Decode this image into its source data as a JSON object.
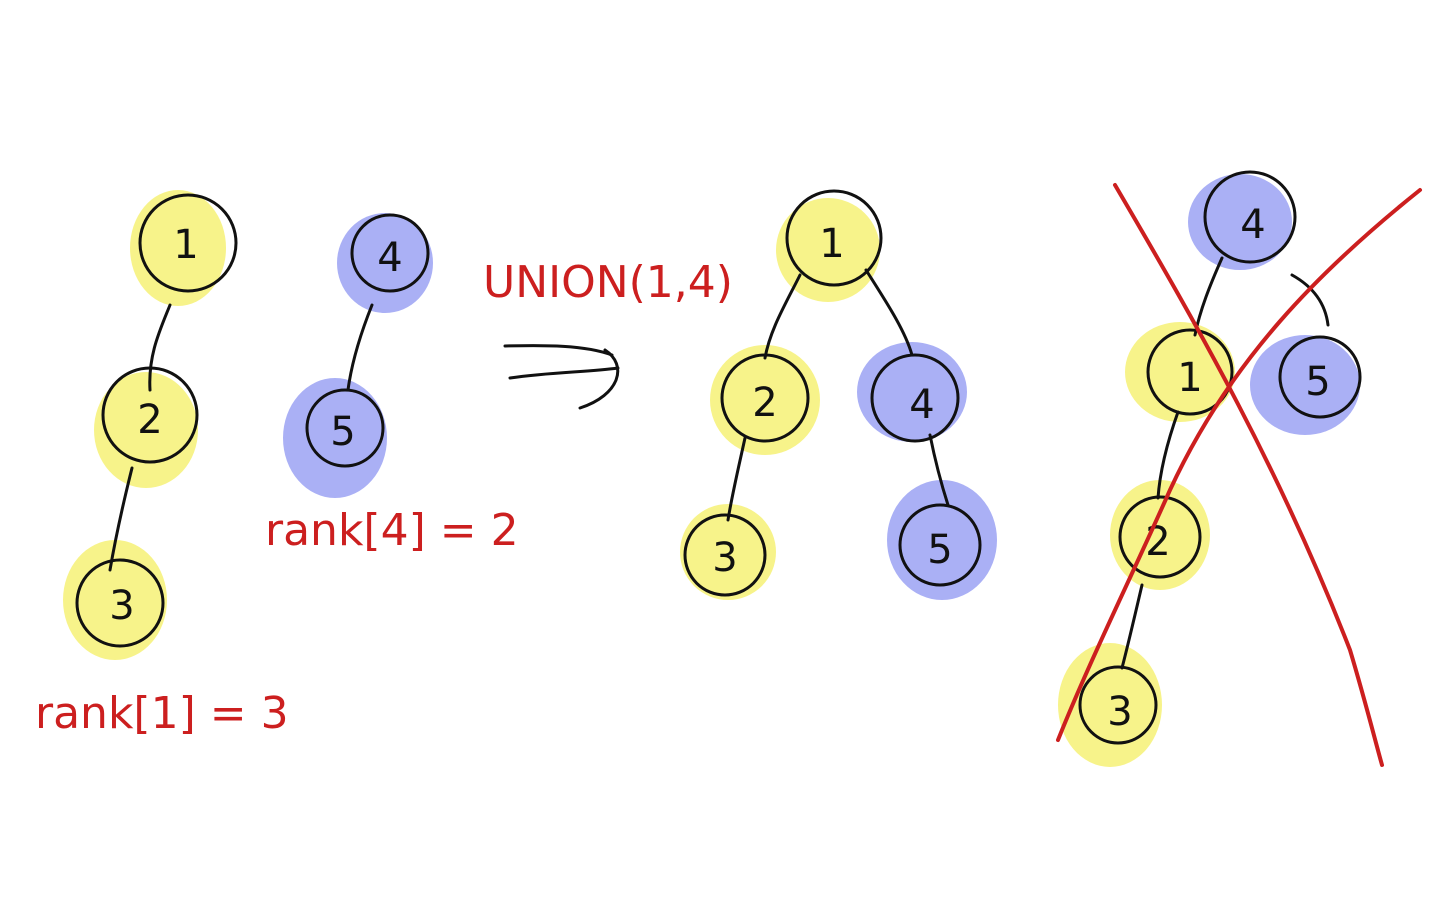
{
  "colors": {
    "yellow_highlight": "#f7f38a",
    "blue_highlight": "#aab0f5",
    "ink": "#111111",
    "red_ink": "#cc1f1f"
  },
  "annotations": {
    "union_label": "UNION(1,4)",
    "rank_left": "rank[1] = 3",
    "rank_right": "rank[4] = 2"
  },
  "diagrams": {
    "before_tree_1": {
      "nodes": [
        "1",
        "2",
        "3"
      ],
      "edges": [
        [
          "1",
          "2"
        ],
        [
          "2",
          "3"
        ]
      ],
      "highlight": "yellow"
    },
    "before_tree_2": {
      "nodes": [
        "4",
        "5"
      ],
      "edges": [
        [
          "4",
          "5"
        ]
      ],
      "highlight": "blue"
    },
    "correct_result": {
      "nodes": [
        "1",
        "2",
        "3",
        "4",
        "5"
      ],
      "edges": [
        [
          "1",
          "2"
        ],
        [
          "2",
          "3"
        ],
        [
          "1",
          "4"
        ],
        [
          "4",
          "5"
        ]
      ]
    },
    "wrong_result": {
      "nodes": [
        "4",
        "1",
        "5",
        "2",
        "3"
      ],
      "edges": [
        [
          "4",
          "1"
        ],
        [
          "4",
          "5"
        ],
        [
          "1",
          "2"
        ],
        [
          "2",
          "3"
        ]
      ],
      "crossed_out": true
    }
  }
}
